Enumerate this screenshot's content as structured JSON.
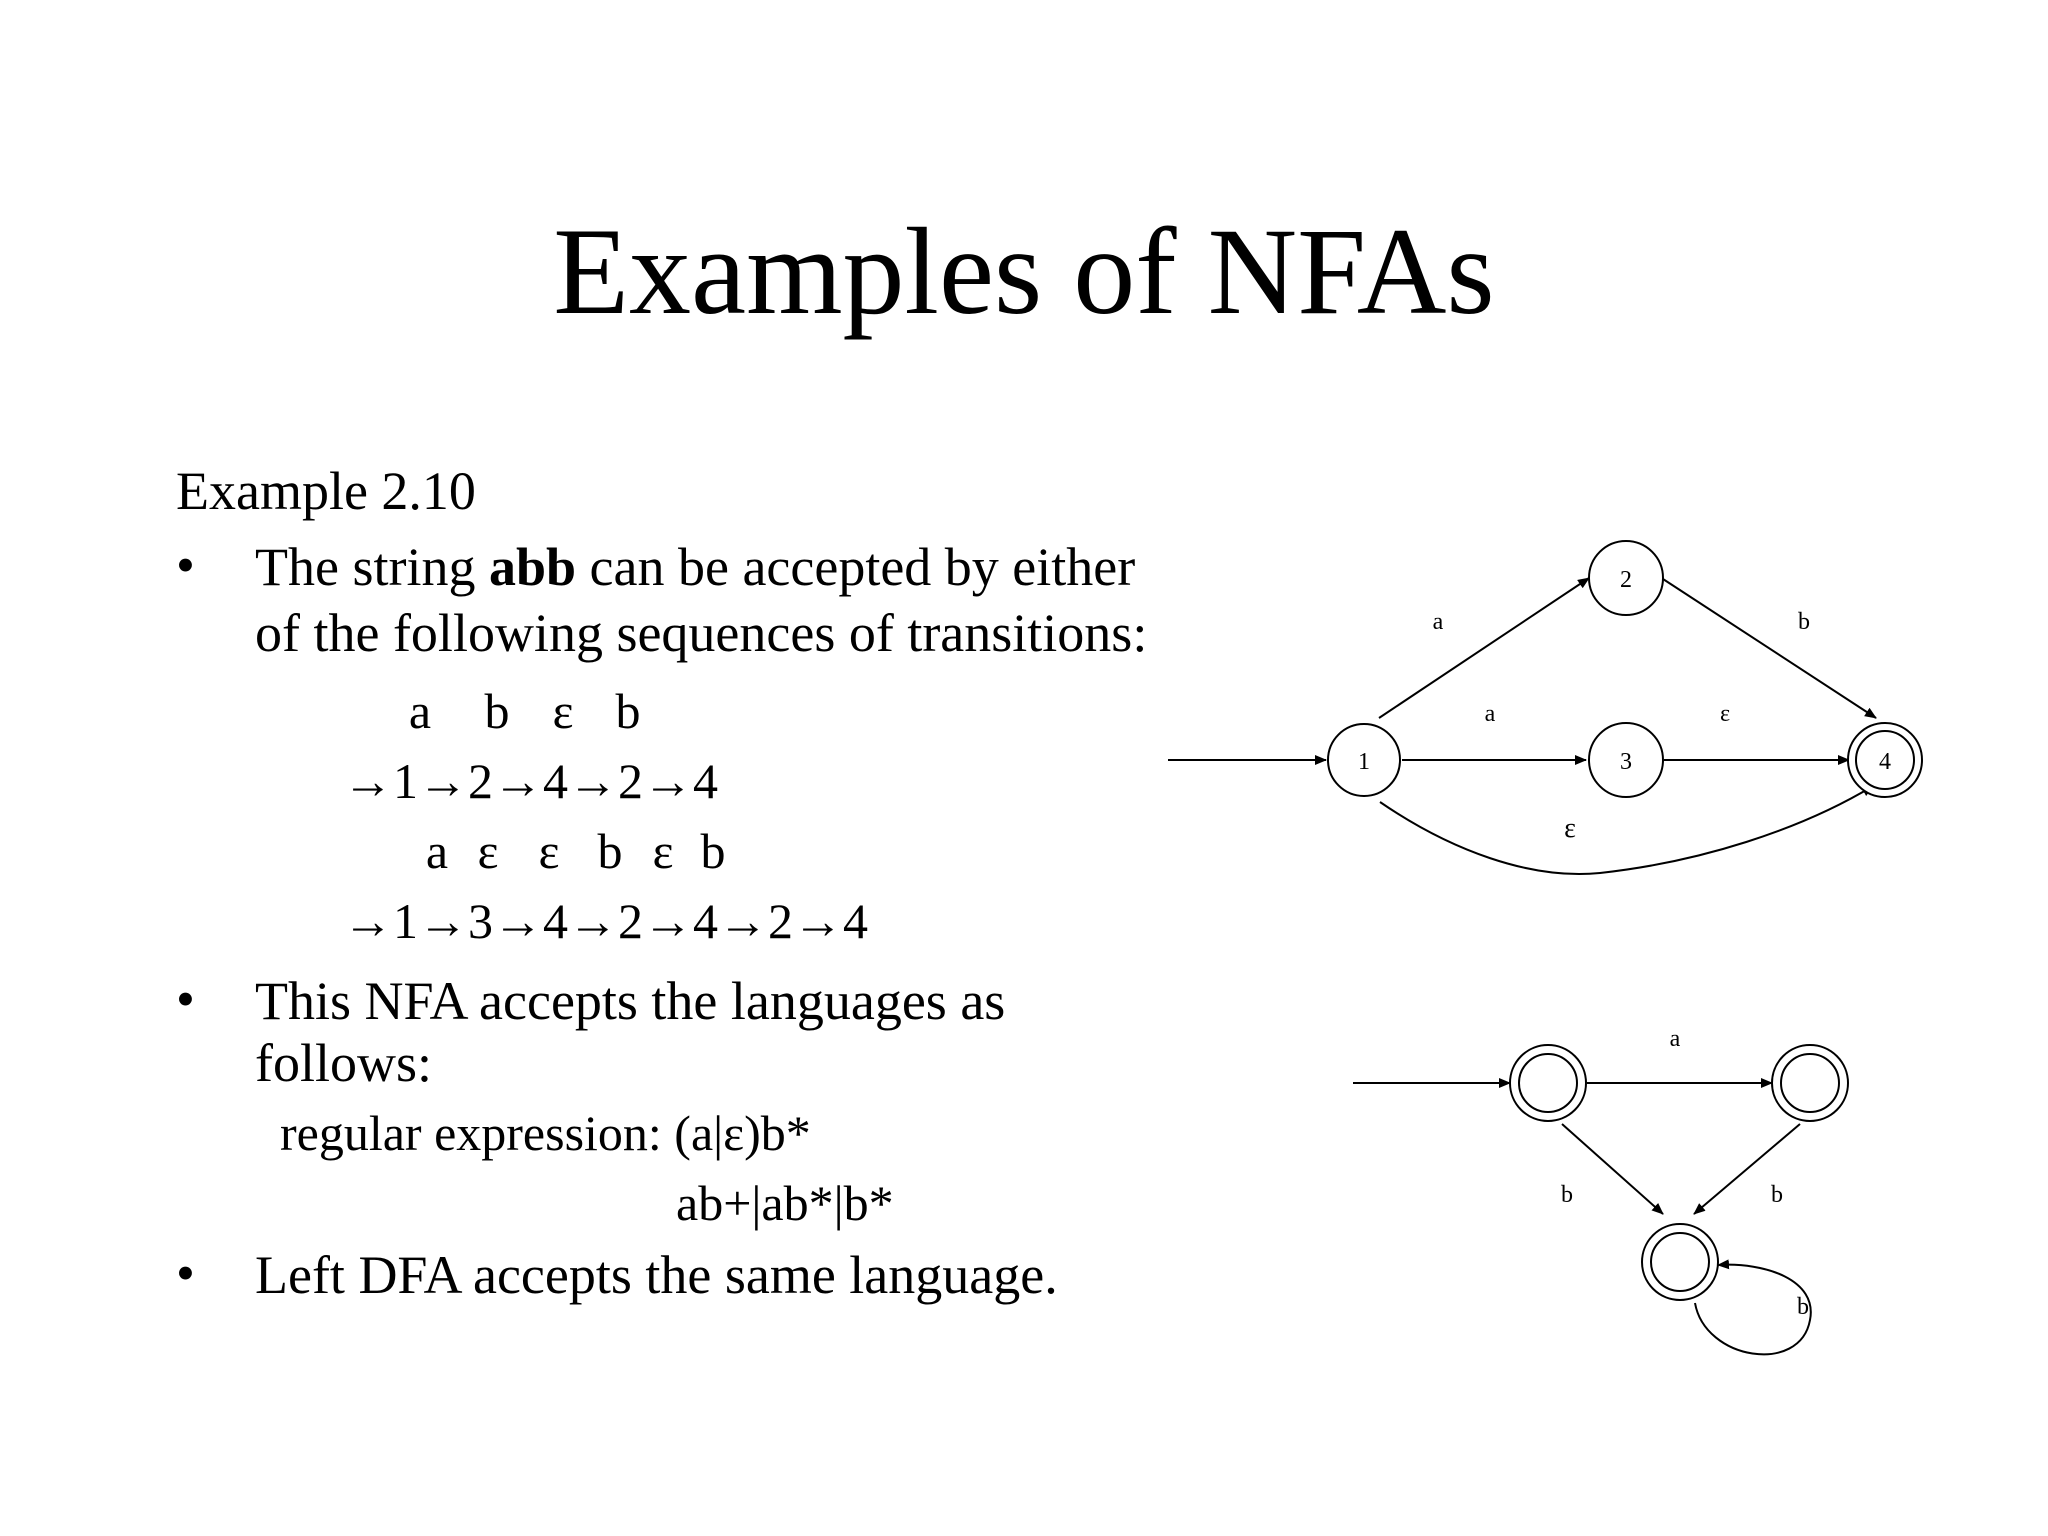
{
  "slide": {
    "title": "Examples of NFAs"
  },
  "content": {
    "example_label": "Example 2.10",
    "bullet_char": "•",
    "bullet1": {
      "part1": "The string ",
      "bold": "abb",
      "part2": " can be accepted by either",
      "line2": "of the following sequences of transitions:"
    },
    "sequence1": {
      "labels": [
        "a",
        "b",
        "ε",
        "b"
      ],
      "path": "→1→2→4→2→4"
    },
    "sequence2": {
      "labels": [
        "a",
        "ε",
        "ε",
        "b",
        "ε",
        "b"
      ],
      "path": "→1→3→4→2→4→2→4"
    },
    "bullet2": {
      "line1": "This NFA accepts the languages as",
      "line2": "follows:"
    },
    "languages": {
      "regex_line": "regular expression: (a|ε)b*",
      "alt_line": "ab+|ab*|b*"
    },
    "bullet3": "Left DFA accepts the same language."
  },
  "nfa": {
    "states": [
      "1",
      "2",
      "3",
      "4"
    ],
    "start_state": "1",
    "accept_states": [
      "4"
    ],
    "transitions": [
      {
        "from": "1",
        "to": "2",
        "label": "a"
      },
      {
        "from": "2",
        "to": "4",
        "label": "b"
      },
      {
        "from": "1",
        "to": "3",
        "label": "a"
      },
      {
        "from": "3",
        "to": "4",
        "label": "ε"
      },
      {
        "from": "1",
        "to": "4",
        "label": "ε"
      }
    ]
  },
  "dfa": {
    "states": [
      "",
      "",
      ""
    ],
    "accept_states": [
      "",
      "",
      ""
    ],
    "transitions": [
      {
        "from": "A",
        "to": "B",
        "label": "a"
      },
      {
        "from": "A",
        "to": "C",
        "label": "b"
      },
      {
        "from": "B",
        "to": "C",
        "label": "b"
      },
      {
        "from": "C",
        "to": "C",
        "label": "b"
      }
    ]
  }
}
